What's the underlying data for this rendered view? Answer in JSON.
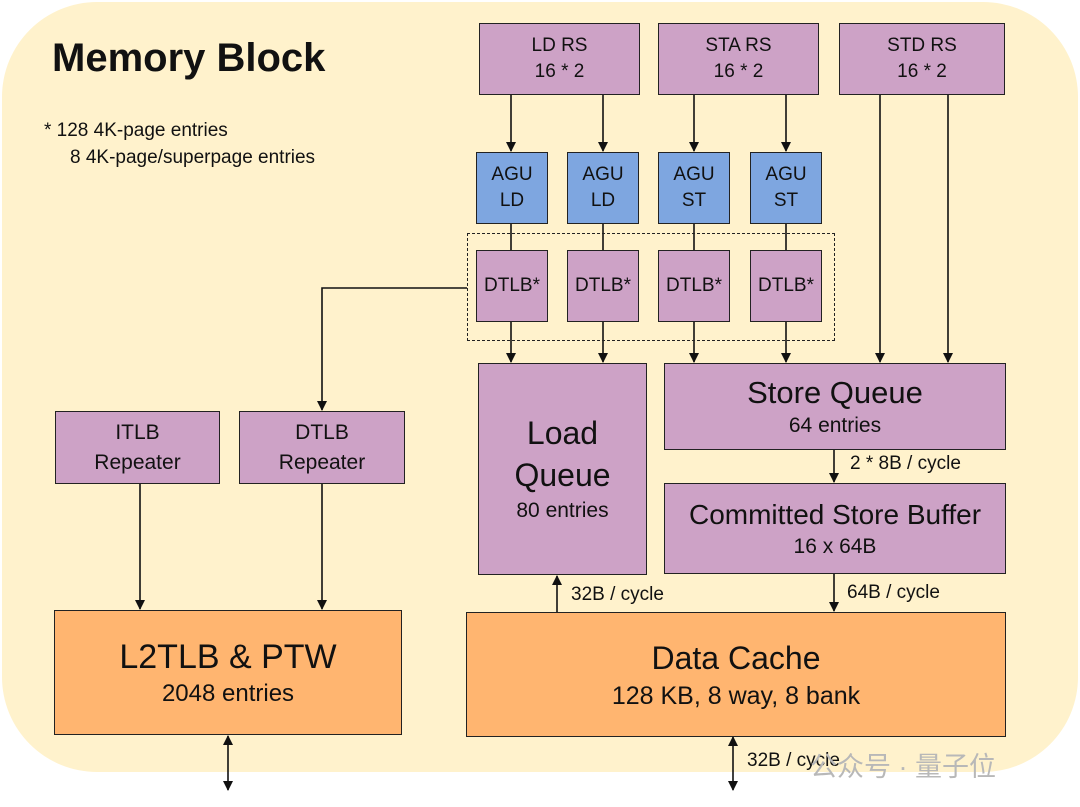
{
  "title": "Memory Block",
  "notes": {
    "line1": "*  128 4K-page entries",
    "line2": "8 4K-page/superpage entries"
  },
  "rs": {
    "ld": {
      "name": "LD RS",
      "size": "16 * 2"
    },
    "sta": {
      "name": "STA RS",
      "size": "16 * 2"
    },
    "std": {
      "name": "STD RS",
      "size": "16 * 2"
    }
  },
  "agu": {
    "ld1": {
      "name": "AGU",
      "sub": "LD"
    },
    "ld2": {
      "name": "AGU",
      "sub": "LD"
    },
    "st1": {
      "name": "AGU",
      "sub": "ST"
    },
    "st2": {
      "name": "AGU",
      "sub": "ST"
    }
  },
  "dtlb": {
    "label": "DTLB*"
  },
  "itlb_repeater": {
    "line1": "ITLB",
    "line2": "Repeater"
  },
  "dtlb_repeater": {
    "line1": "DTLB",
    "line2": "Repeater"
  },
  "load_queue": {
    "line1": "Load",
    "line2": "Queue",
    "entries": "80 entries"
  },
  "store_queue": {
    "name": "Store Queue",
    "entries": "64 entries"
  },
  "committed_store_buffer": {
    "name": "Committed Store Buffer",
    "size": "16 x 64B"
  },
  "l2tlb": {
    "name": "L2TLB & PTW",
    "entries": "2048 entries"
  },
  "data_cache": {
    "name": "Data Cache",
    "config": "128 KB, 8 way, 8 bank"
  },
  "bandwidth": {
    "sq_to_csb": "2 * 8B / cycle",
    "dcache_to_lq": "32B / cycle",
    "csb_to_dcache": "64B / cycle",
    "dcache_bottom": "32B / cycle"
  },
  "watermark": "公众号 · 量子位",
  "colors": {
    "background": "#fff2cc",
    "purple": "#cda2c6",
    "blue": "#7ea6e0",
    "orange": "#ffb570"
  }
}
